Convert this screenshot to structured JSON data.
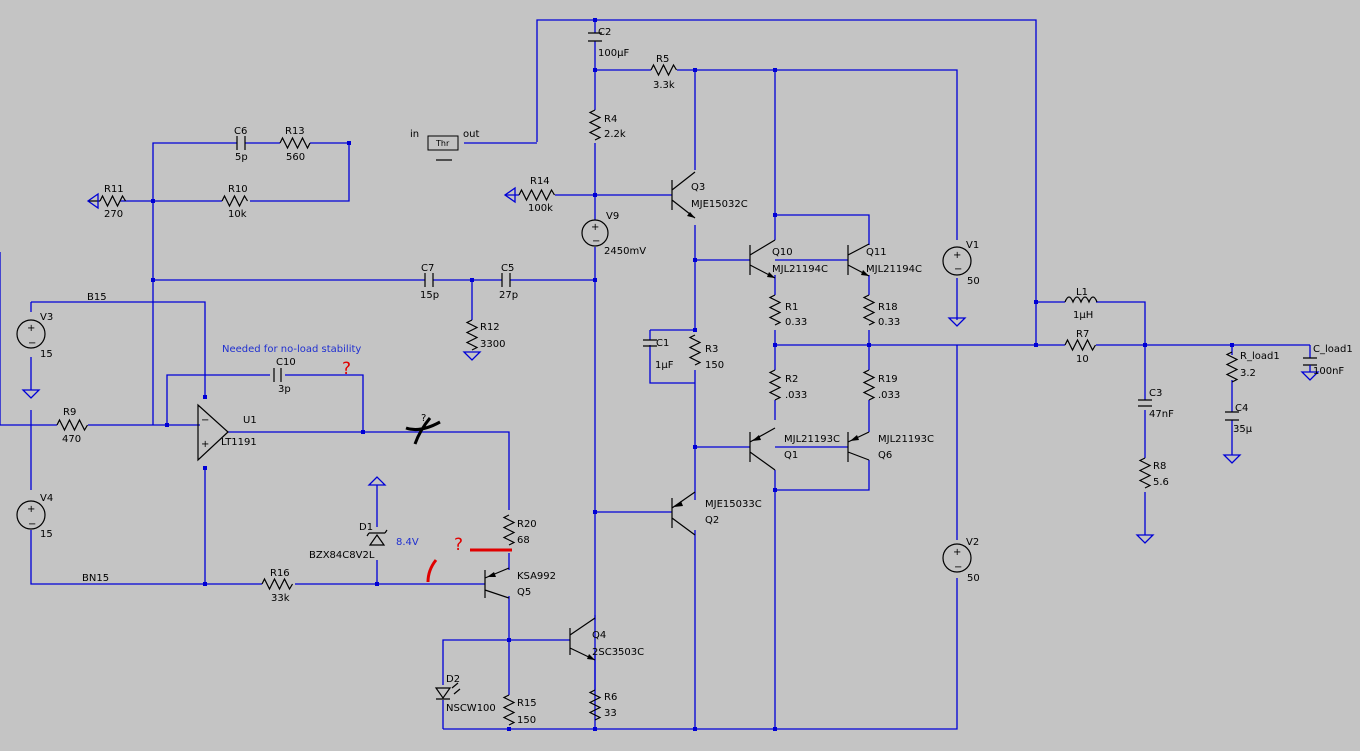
{
  "labels": {
    "C2": "C2",
    "C2v": "100µF",
    "R5": "R5",
    "R5v": "3.3k",
    "R4": "R4",
    "R4v": "2.2k",
    "C6": "C6",
    "C6v": "5p",
    "R13": "R13",
    "R13v": "560",
    "in": "in",
    "out": "out",
    "R11": "R11",
    "R11v": "270",
    "R10": "R10",
    "R10v": "10k",
    "R14": "R14",
    "R14v": "100k",
    "Q3": "Q3",
    "Q3v": "MJE15032C",
    "V9": "V9",
    "V9v": "2450mV",
    "Q10": "Q10",
    "Q10v": "MJL21194C",
    "Q11": "Q11",
    "Q11v": "MJL21194C",
    "V1": "V1",
    "V1v": "50",
    "C7": "C7",
    "C7v": "15p",
    "C5": "C5",
    "C5v": "27p",
    "R12": "R12",
    "R12v": "3300",
    "R1": "R1",
    "R1v": "0.33",
    "R18": "R18",
    "R18v": "0.33",
    "L1": "L1",
    "L1v": "1µH",
    "B15": "B15",
    "V3": "V3",
    "V3v": "15",
    "C1": "C1",
    "C1v": "1µF",
    "R3": "R3",
    "R3v": "150",
    "R7": "R7",
    "R7v": "10",
    "R_load1": "R_load1",
    "R_load1v": "3.2",
    "C_load1": "C_load1",
    "C_load1v": "100nF",
    "C10": "C10",
    "C10v": "3p",
    "R2": "R2",
    "R2v": ".033",
    "R19": "R19",
    "R19v": ".033",
    "C3": "C3",
    "C3v": "47nF",
    "C4": "C4",
    "C4v": "35µ",
    "R9": "R9",
    "R9v": "470",
    "U1": "U1",
    "U1v": "LT1191",
    "Q1": "Q1",
    "Q1v": "MJL21193C",
    "Q6": "Q6",
    "Q6v": "MJL21193C",
    "R8": "R8",
    "R8v": "5.6",
    "V4": "V4",
    "V4v": "15",
    "Q2": "Q2",
    "Q2v": "MJE15033C",
    "D1": "D1",
    "D1v": "BZX84C8V2L",
    "R20": "R20",
    "R20v": "68",
    "V2": "V2",
    "V2v": "50",
    "BN15": "BN15",
    "R16": "R16",
    "R16v": "33k",
    "Q5": "Q5",
    "Q5v": "KSA992",
    "Q4": "Q4",
    "Q4v": "2SC3503C",
    "D2": "D2",
    "D2v": "NSCW100",
    "R15": "R15",
    "R15v": "150",
    "R6": "R6",
    "R6v": "33"
  },
  "annotations": {
    "stability_note": "Needed for no-load stability",
    "zener_voltage": "8.4V",
    "question": "?"
  },
  "colors": {
    "background": "#c4c4c4",
    "wire": "#0000d6",
    "note": "#1f2fd0",
    "markup": "#e00000"
  }
}
